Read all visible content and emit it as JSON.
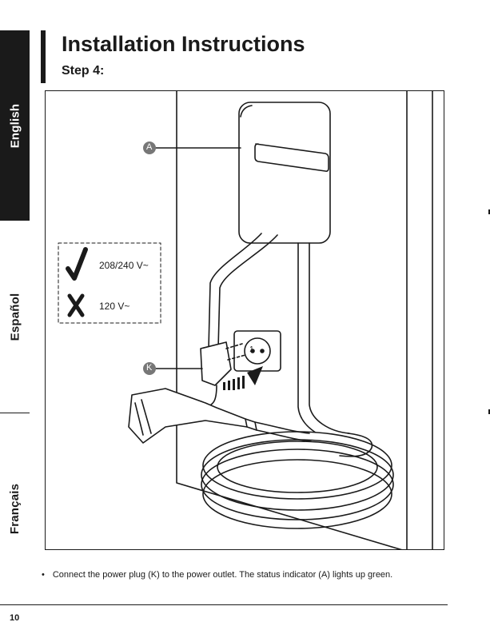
{
  "tabs": {
    "english": "English",
    "espanol": "Español",
    "francais": "Français"
  },
  "header": {
    "title": "Installation Instructions",
    "step": "Step 4:"
  },
  "figure": {
    "callout_a": "A",
    "callout_k": "K",
    "voltage_ok": "208/240 V~",
    "voltage_bad": "120 V~",
    "outlet_number": "1"
  },
  "instruction": "Connect the power plug (K) to the power outlet. The status indicator (A) lights up green.",
  "footer": {
    "page_number": "10"
  },
  "colors": {
    "ink": "#1a1a1a",
    "paper": "#ffffff"
  }
}
